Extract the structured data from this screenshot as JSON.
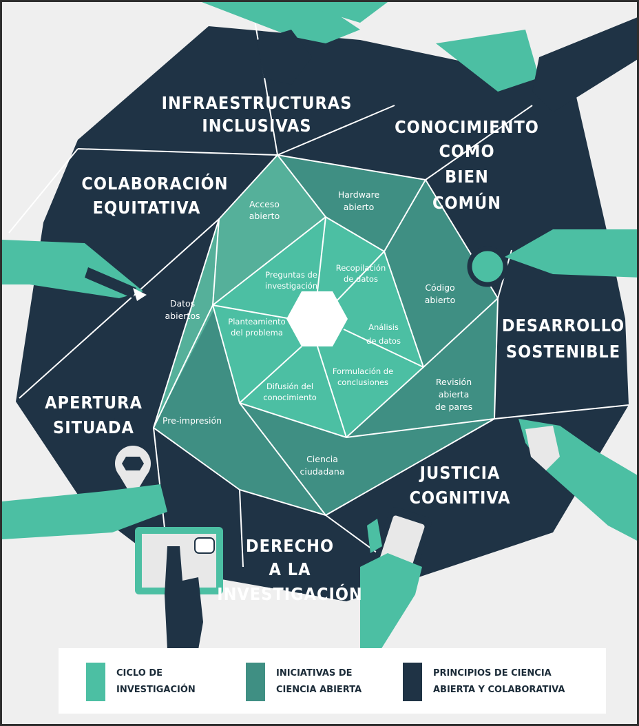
{
  "colors": {
    "cycle": "#4cbfa3",
    "initiatives": "#3f8f83",
    "principles": "#1f3345",
    "background": "#efefef",
    "line": "#ffffff"
  },
  "principles": {
    "infraestructuras_1": "INFRAESTRUCTURAS",
    "infraestructuras_2": "INCLUSIVAS",
    "conocimiento_1": "CONOCIMIENTO",
    "conocimiento_2": "COMO",
    "conocimiento_3": "BIEN",
    "conocimiento_4": "COMÚN",
    "colaboracion_1": "COLABORACIÓN",
    "colaboracion_2": "EQUITATIVA",
    "desarrollo_1": "DESARROLLO",
    "desarrollo_2": "SOSTENIBLE",
    "apertura_1": "APERTURA",
    "apertura_2": "SITUADA",
    "justicia_1": "JUSTICIA",
    "justicia_2": "COGNITIVA",
    "derecho_1": "DERECHO",
    "derecho_2": "A LA",
    "derecho_3": "INVESTIGACIÓN"
  },
  "initiatives": {
    "acceso_1": "Acceso",
    "acceso_2": "abierto",
    "hardware_1": "Hardware",
    "hardware_2": "abierto",
    "codigo_1": "Código",
    "codigo_2": "abierto",
    "revision_1": "Revisión",
    "revision_2": "abierta",
    "revision_3": "de pares",
    "ciencia_1": "Ciencia",
    "ciencia_2": "ciudadana",
    "preimpresion": "Pre-impresión",
    "datos_1": "Datos",
    "datos_2": "abiertos"
  },
  "cycle": {
    "preguntas_1": "Preguntas de",
    "preguntas_2": "investigación",
    "recopilacion_1": "Recopilación",
    "recopilacion_2": "de datos",
    "analisis_1": "Análisis",
    "analisis_2": "de datos",
    "formulacion_1": "Formulación de",
    "formulacion_2": "conclusiones",
    "difusion_1": "Difusión del",
    "difusion_2": "conocimiento",
    "planteamiento_1": "Planteamiento",
    "planteamiento_2": "del problema"
  },
  "legend": {
    "cycle_1": "CICLO DE",
    "cycle_2": "INVESTIGACIÓN",
    "initiatives_1": "INICIATIVAS DE",
    "initiatives_2": "CIENCIA ABIERTA",
    "principles_1": "PRINCIPIOS DE CIENCIA",
    "principles_2": "ABIERTA Y COLABORATIVA"
  },
  "icons": [
    "hand-icon",
    "megaphone-icon",
    "magnifier-icon",
    "pencil-icon",
    "location-pin-icon",
    "tablet-icon",
    "smartphone-icon",
    "chat-bubble-icon"
  ]
}
